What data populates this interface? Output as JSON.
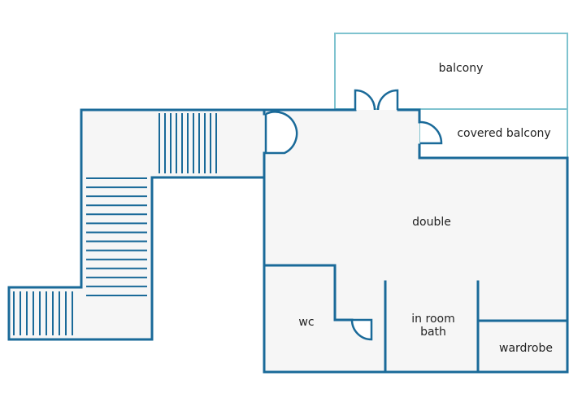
{
  "rooms": {
    "balcony": "balcony",
    "covered_balcony": "covered balcony",
    "double": "double",
    "wc": "wc",
    "bath_line1": "in room",
    "bath_line2": "bath",
    "wardrobe": "wardrobe"
  },
  "colors": {
    "wall": "#1a6a99",
    "balcony_outline": "#7fc3cf",
    "floor": "#f6f6f6",
    "stair_tread": "#1a6a99",
    "door_swing": "#1a6a99",
    "text": "#222222"
  },
  "stairs": {
    "upper_flight_treads": 11,
    "middle_flight_treads": 14,
    "lower_flight_treads": 10
  }
}
